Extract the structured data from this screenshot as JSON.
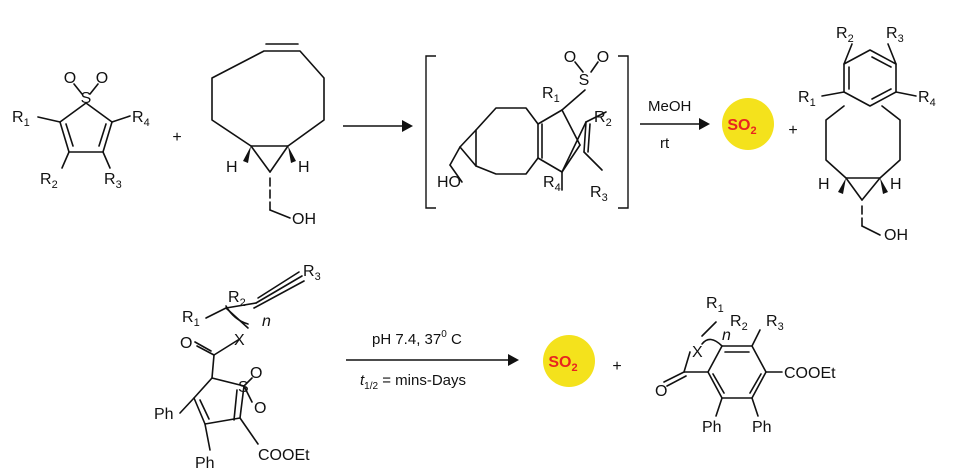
{
  "labels": {
    "R1": "R",
    "R2": "R",
    "R3": "R",
    "R4": "R",
    "sub1": "1",
    "sub2": "2",
    "sub3": "3",
    "sub4": "4",
    "S": "S",
    "O": "O",
    "H": "H",
    "OH": "OH",
    "HO": "HO",
    "X": "X",
    "n": "n",
    "Ph": "Ph",
    "COOEt": "COOEt",
    "plus": "+"
  },
  "reaction1": {
    "condition_top": "MeOH",
    "condition_bottom": "rt"
  },
  "reaction2": {
    "condition_top": "pH 7.4, 37",
    "condition_top_sup": "0",
    "condition_top_unit": " C",
    "condition_t": "t",
    "condition_t_sub": "1/2",
    "condition_bottom": " = mins-Days"
  },
  "byproduct": {
    "formula": "SO",
    "subscript": "2",
    "circle_color": "#f4e21c",
    "text_color": "#e8251f"
  }
}
